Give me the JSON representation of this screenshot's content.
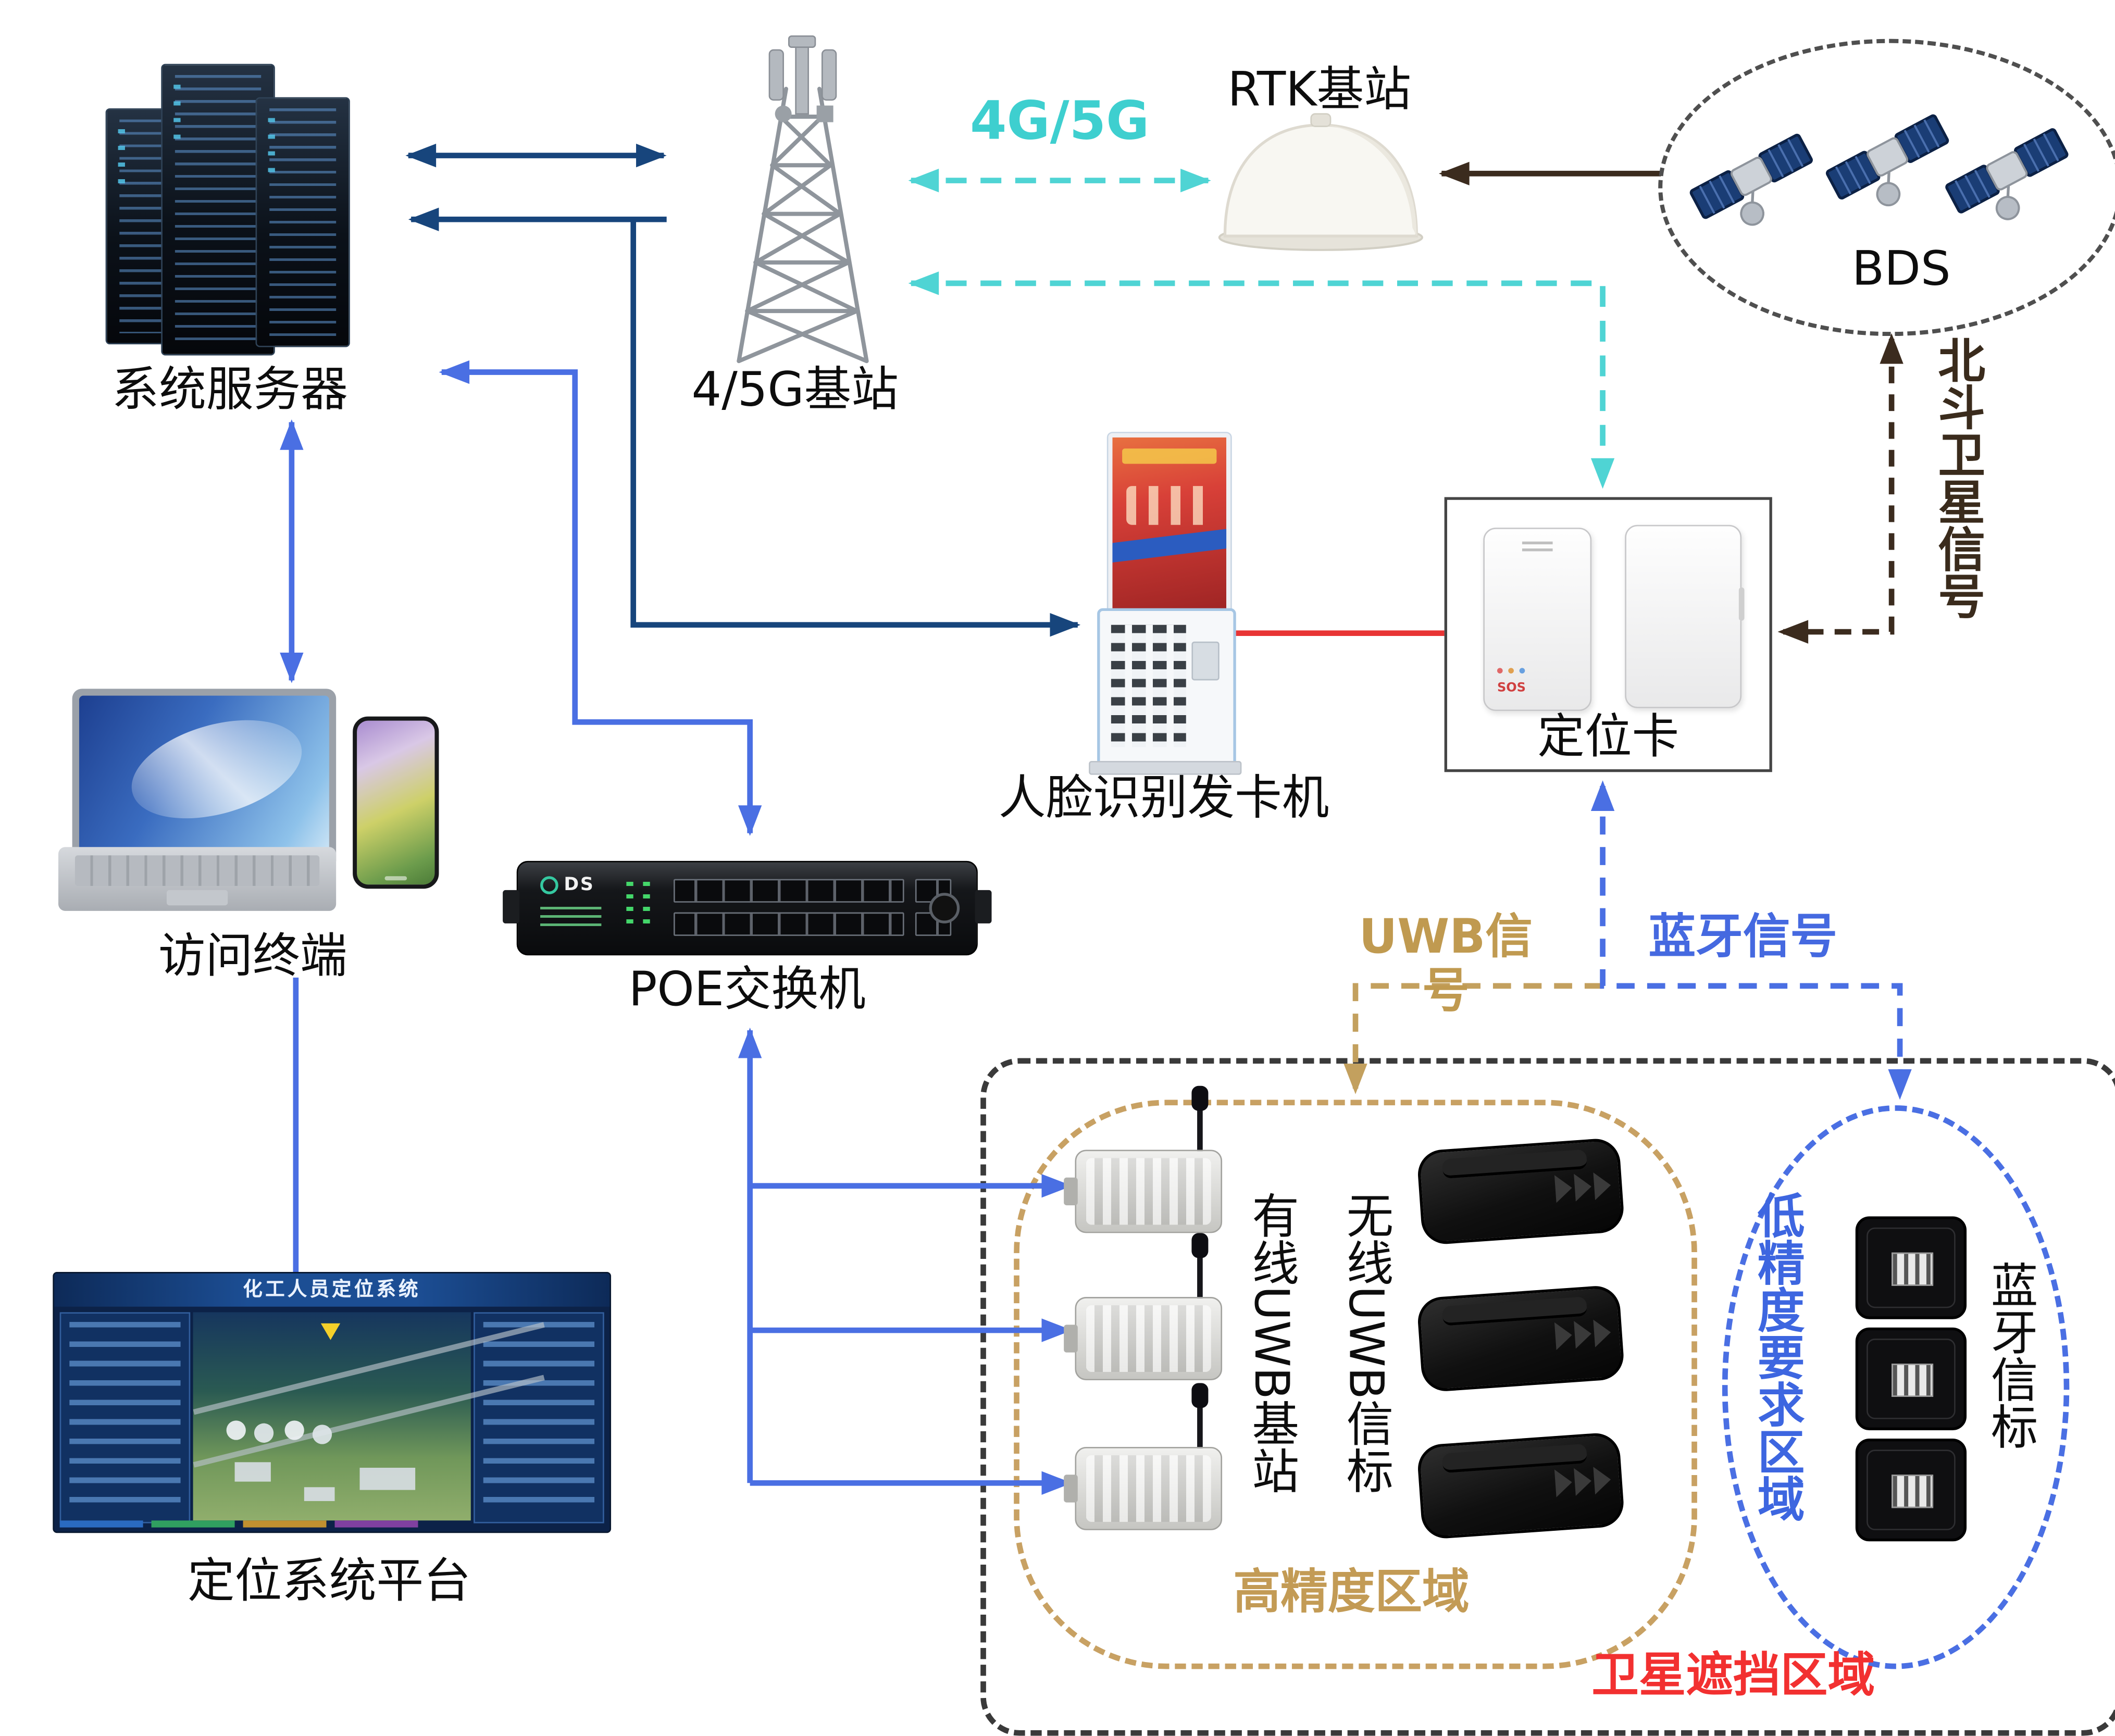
{
  "diagram": {
    "nodes": {
      "server": {
        "label": "系统服务器"
      },
      "tower": {
        "label": "4/5G基站"
      },
      "rtk": {
        "label": "RTK基站"
      },
      "bds": {
        "label": "BDS"
      },
      "card": {
        "label": "定位卡"
      },
      "kiosk": {
        "label": "人脸识别发卡机"
      },
      "terminal": {
        "label": "访问终端"
      },
      "poe": {
        "label": "POE交换机"
      },
      "platform": {
        "label": "定位系统平台",
        "screen_title": "化工人员定位系统"
      },
      "wired_uwb_station": {
        "label": "有线UWB基站"
      },
      "wireless_uwb_beacon": {
        "label": "无线UWB信标"
      },
      "bt_beacon": {
        "label": "蓝牙信标"
      }
    },
    "signals": {
      "g45": "4G/5G",
      "bds_signal": "北斗卫星信号",
      "uwb": "UWB信号",
      "bluetooth": "蓝牙信号"
    },
    "regions": {
      "high_precision": "高精度区域",
      "low_precision": "低精度要求区域",
      "satellite_blocked": "卫星遮挡区域"
    },
    "device_text": {
      "sos": "SOS",
      "poe_logo": "DS"
    },
    "colors": {
      "navy": "#17457c",
      "blue": "#4a6fe3",
      "cyan": "#4fd4d4",
      "tan": "#c3a05e",
      "brown": "#3b2b1e",
      "red_line": "#e83434",
      "region_red_label": "#f23030",
      "region_border_gray": "#3a3a3a"
    }
  }
}
